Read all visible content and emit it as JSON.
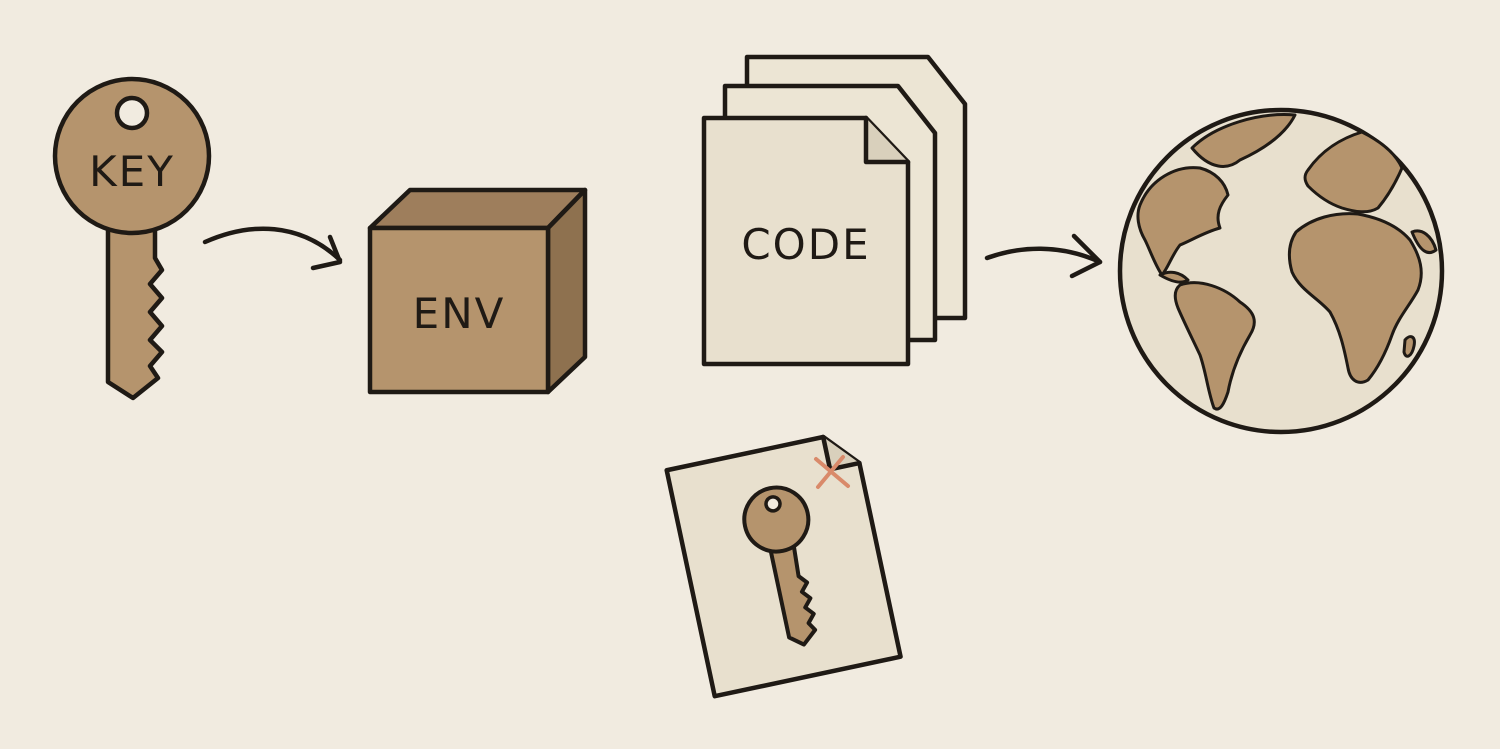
{
  "labels": {
    "key": "KEY",
    "env": "ENV",
    "code": "CODE"
  },
  "colors": {
    "background": "#f1ebe0",
    "brown": "#b5946d",
    "paper": "#e8e0ce",
    "ink": "#1f1a15",
    "cross": "#d98a6a"
  },
  "icons": [
    "key-icon",
    "arrow-icon",
    "env-box-icon",
    "code-documents-icon",
    "arrow-icon",
    "globe-icon",
    "leaked-key-document-icon",
    "cross-mark-icon"
  ]
}
